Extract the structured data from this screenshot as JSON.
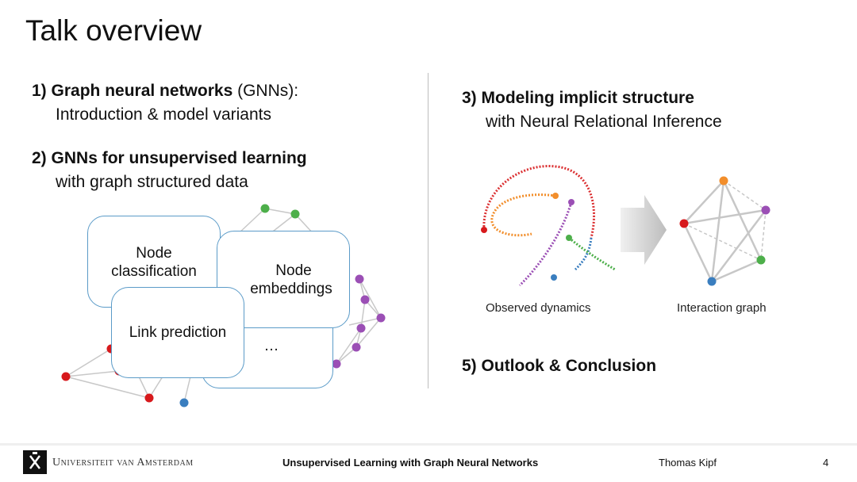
{
  "slide": {
    "title": "Talk overview",
    "item1": {
      "number": "1)",
      "bold": "Graph neural networks",
      "rest": " (GNNs):",
      "sub": "Introduction & model variants"
    },
    "item2": {
      "number": "2)",
      "bold": "GNNs for unsupervised learning",
      "sub": "with graph structured data"
    },
    "item3": {
      "number": "3)",
      "bold": "Modeling implicit structure",
      "sub": "with Neural Relational Inference"
    },
    "item5": {
      "number": "5)",
      "bold": "Outlook & Conclusion"
    },
    "cards": {
      "node_classification": [
        "Node",
        "classification"
      ],
      "node_embeddings": [
        "Node",
        "embeddings"
      ],
      "link_prediction": "Link prediction",
      "ellipsis": "…"
    },
    "captions": {
      "observed": "Observed dynamics",
      "interaction": "Interaction graph"
    }
  },
  "footer": {
    "university": "Universiteit van Amsterdam",
    "talk_title": "Unsupervised Learning with Graph Neural Networks",
    "author": "Thomas Kipf",
    "page_number": "4"
  },
  "colors": {
    "red": "#d7191c",
    "orange": "#f28e2b",
    "purple": "#9b4fb5",
    "green": "#4daf4a",
    "blue": "#3a7ebf",
    "card_border": "#5b9bc8"
  }
}
